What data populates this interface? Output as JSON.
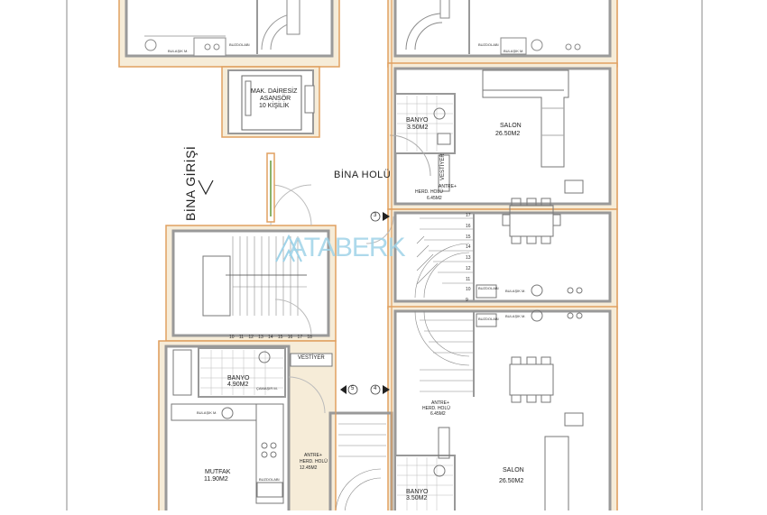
{
  "plan": {
    "building_entrance": "BİNA GİRİŞİ",
    "building_hall": "BİNA HOLÜ",
    "elevator": {
      "line1": "MAK. DAİRESİZ",
      "line2": "ASANSÖR",
      "line3": "10 KİŞİLİK"
    },
    "watermark": "ATABERK",
    "rooms": {
      "salon_top": {
        "name": "SALON",
        "area": "26.50M2"
      },
      "banyo_top": {
        "name": "BANYO",
        "area": "3.50M2"
      },
      "antre_top": {
        "line1": "ANTRE+",
        "line2": "HERD. HOLÜ",
        "area": "6.45M2"
      },
      "banyo_left": {
        "name": "BANYO",
        "area": "4.90M2"
      },
      "mutfak_left": {
        "name": "MUTFAK",
        "area": "11.90M2"
      },
      "antre_left": {
        "line1": "ANTRE+",
        "line2": "HERD. HOLÜ",
        "area": "12.45M2"
      },
      "antre_mid": {
        "line1": "ANTRE+",
        "line2": "HERD. HOLÜ",
        "area": "6.45M2"
      },
      "banyo_bottom": {
        "name": "BANYO",
        "area": "3.50M2"
      },
      "salon_bottom": {
        "name": "SALON",
        "area": "26.50M2"
      }
    },
    "vestiyer_right": "VESTİYER",
    "vestiyer_left": "VESTİYER",
    "markers": {
      "m3": "3",
      "m4": "4",
      "m5": "5"
    },
    "stair_numbers_bottom": [
      "10",
      "11",
      "12",
      "13",
      "14",
      "15",
      "16",
      "17",
      "18"
    ],
    "stair_numbers_right": [
      "17",
      "16",
      "15",
      "14",
      "13",
      "12",
      "11",
      "10",
      "9"
    ],
    "small_labels": {
      "bulasik": "BULAŞIK M.",
      "buzdolabi": "BUZDOLABI",
      "camasir": "ÇAMAŞIR M."
    }
  }
}
